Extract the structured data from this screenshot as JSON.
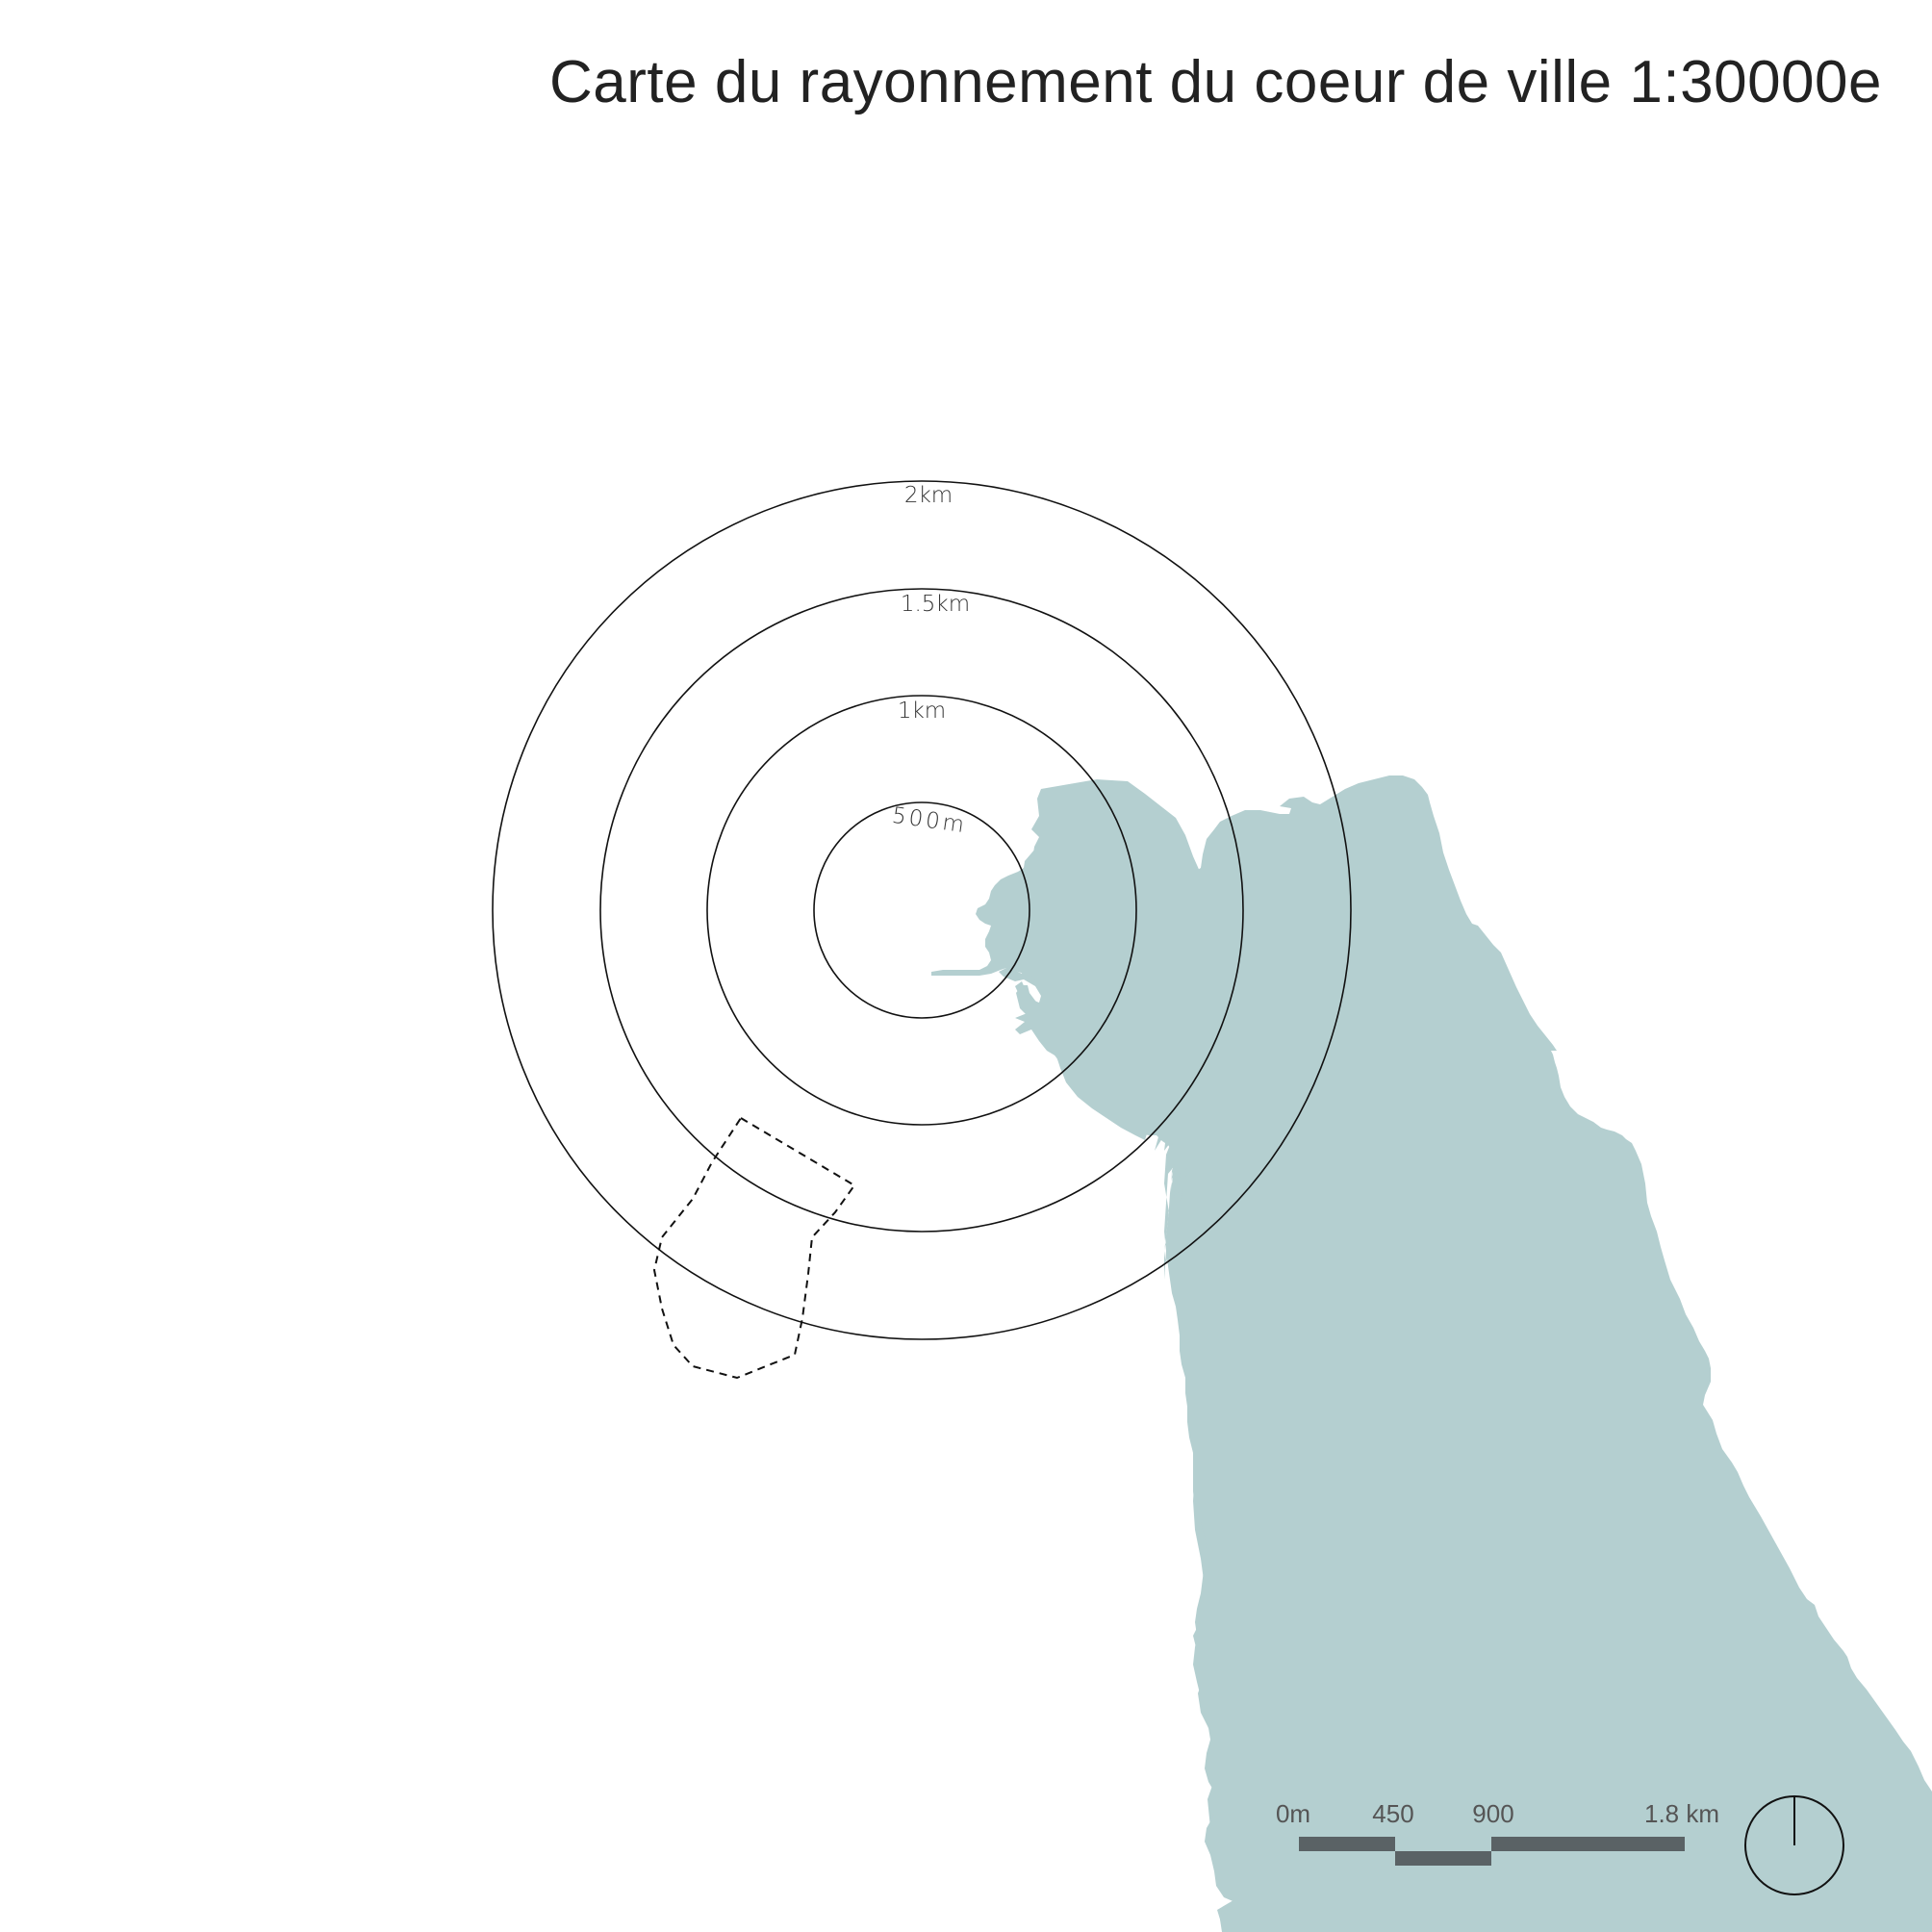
{
  "title": "Carte du rayonnement du coeur de ville 1:30000e",
  "colors": {
    "land": "#b4cfd0",
    "ring_stroke": "#111111",
    "scale_bar": "#5a6265"
  },
  "rings": [
    {
      "label": "500m",
      "distance_m": 500
    },
    {
      "label": "1km",
      "distance_m": 1000
    },
    {
      "label": "1.5km",
      "distance_m": 1500
    },
    {
      "label": "2km",
      "distance_m": 2000
    }
  ],
  "scale_bar": {
    "labels": [
      "0m",
      "450",
      "900",
      "1.8 km"
    ]
  },
  "icons": {
    "north_arrow": "north-arrow-icon"
  }
}
